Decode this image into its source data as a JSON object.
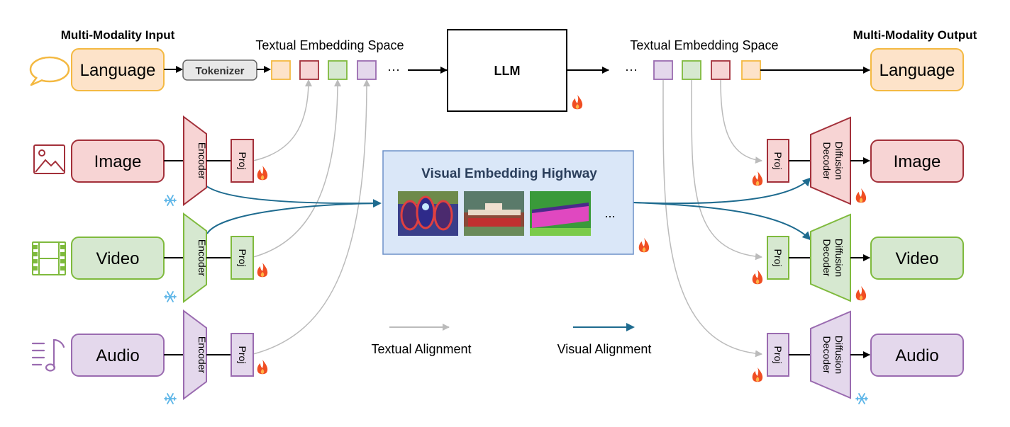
{
  "headers": {
    "input": "Multi-Modality Input",
    "output": "Multi-Modality Output"
  },
  "embedding_space": {
    "left": "Textual Embedding Space",
    "right": "Textual Embedding Space",
    "ellipsis": "···"
  },
  "tokenizer": "Tokenizer",
  "llm": "LLM",
  "highway": {
    "title": "Visual Embedding Highway",
    "ellipsis": "..."
  },
  "inputs": [
    {
      "label": "Language",
      "icon": "speech-bubble-icon"
    },
    {
      "label": "Image",
      "icon": "picture-icon"
    },
    {
      "label": "Video",
      "icon": "film-strip-icon"
    },
    {
      "label": "Audio",
      "icon": "music-note-icon"
    }
  ],
  "outputs": [
    {
      "label": "Language"
    },
    {
      "label": "Image"
    },
    {
      "label": "Video"
    },
    {
      "label": "Audio"
    }
  ],
  "encoder_label": "Encoder",
  "proj_label": "Proj",
  "decoder_label": {
    "line1": "Diffusion",
    "line2": "Decoder"
  },
  "legend": {
    "textual": "Textual Alignment",
    "visual": "Visual Alignment"
  },
  "status_icons": {
    "trainable": "fire-icon",
    "frozen": "snowflake-icon"
  },
  "colors": {
    "language_fill": "#fde3c9",
    "language_stroke": "#f4b942",
    "image_fill": "#f7d4d4",
    "image_stroke": "#a3303a",
    "video_fill": "#d6e8d0",
    "video_stroke": "#7fba3d",
    "audio_fill": "#e4d8ec",
    "audio_stroke": "#9a6bb0",
    "highway_fill": "#dae7f8",
    "highway_stroke": "#6c90c9",
    "gray_arrow": "#bbbbbb",
    "teal_arrow": "#1e6b8f",
    "fire": "#f04e23",
    "snow": "#5eb6e8"
  }
}
